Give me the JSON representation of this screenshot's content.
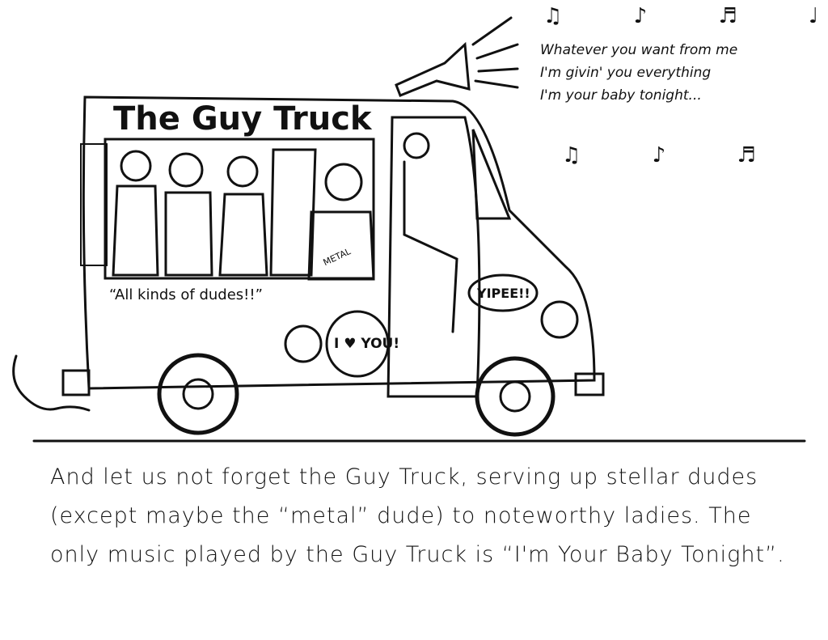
{
  "comic": {
    "truck_title": "The Guy Truck",
    "side_slogan": "“All kinds of dudes!!”",
    "shirt_text": "METAL",
    "speech_love": "I ♥ YOU!",
    "speech_yipee": "YIPEE!!",
    "lyrics": [
      "Whatever you want from me",
      "I'm givin' you everything",
      "I'm your baby tonight..."
    ],
    "music_notes": "♫ ♪ ♬ ♩",
    "caption": "And let us not forget the Guy Truck, serving up stellar dudes (except maybe the “metal” dude) to noteworthy ladies. The only music played by the Guy Truck is “I'm Your Baby Tonight”."
  }
}
